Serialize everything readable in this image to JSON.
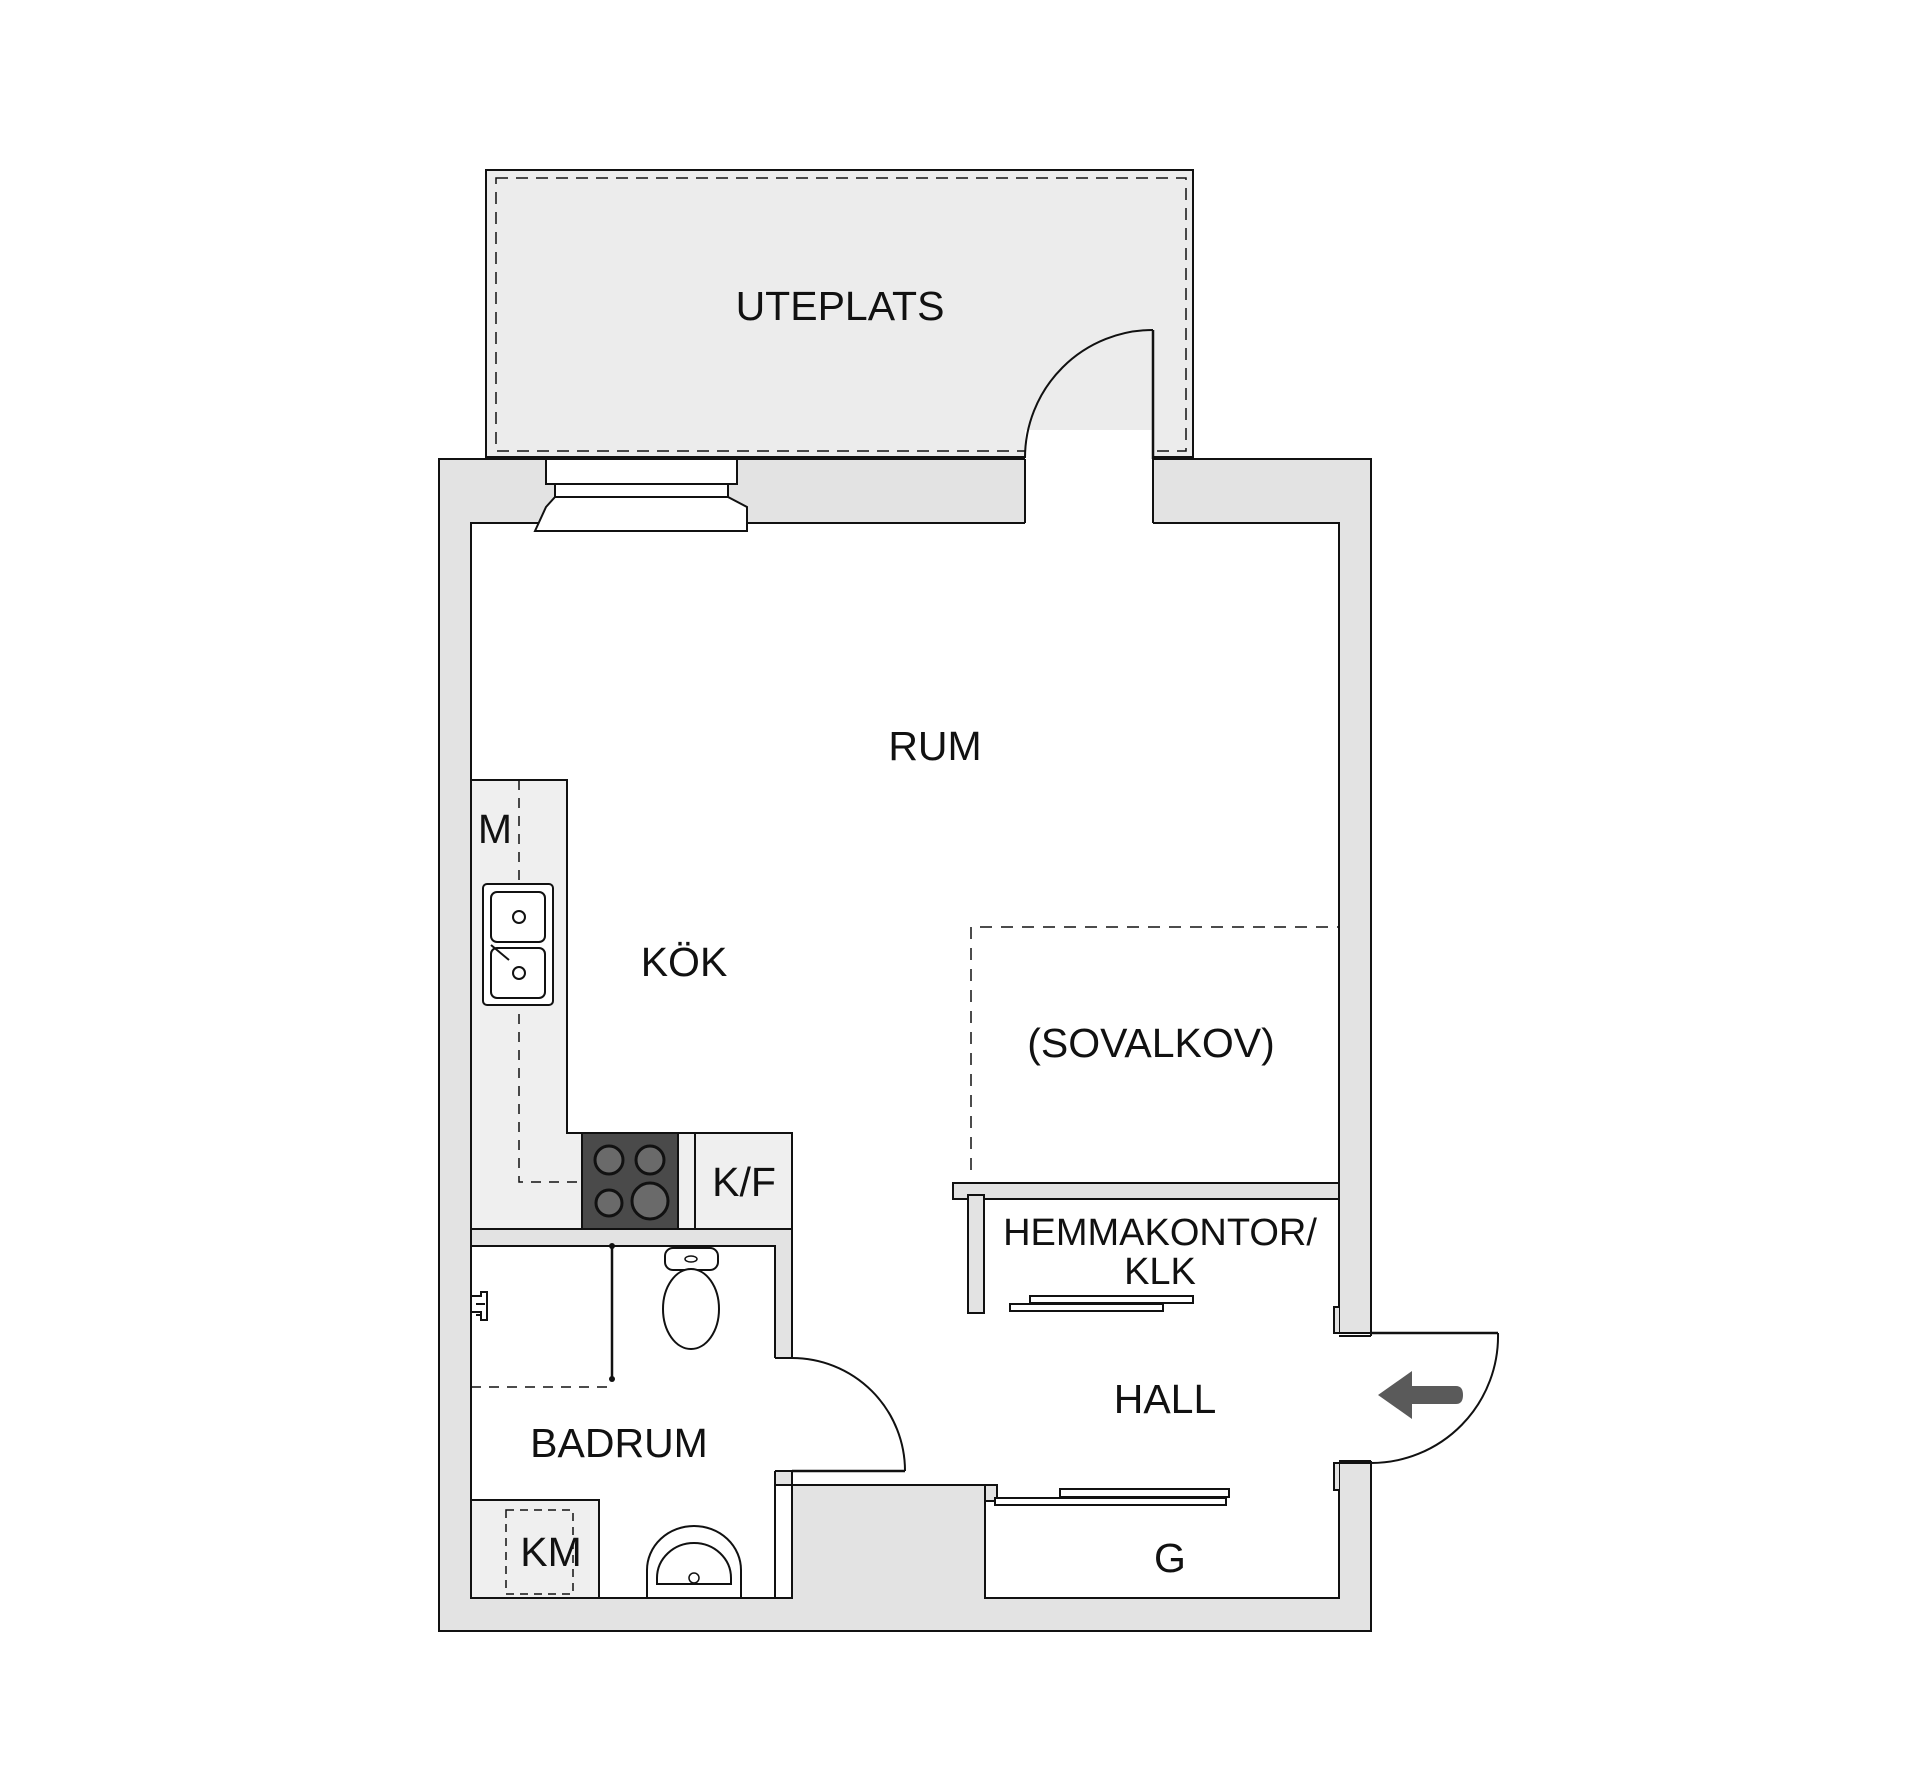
{
  "rooms": {
    "uteplats": "UTEPLATS",
    "rum": "RUM",
    "kok": "KÖK",
    "sovalkov": "(SOVALKOV)",
    "hemmakontor_line1": "HEMMAKONTOR/",
    "hemmakontor_line2": "KLK",
    "hall": "HALL",
    "badrum": "BADRUM",
    "garderob": "G"
  },
  "fixtures": {
    "microwave": "M",
    "fridge_freezer": "K/F",
    "washing_machine": "KM"
  },
  "colors": {
    "wall": "#e3e3e3",
    "counter": "#efefef",
    "terrace": "#ececec",
    "stove": "#4a4a4a",
    "arrow": "#5a5a5a",
    "line": "#111111"
  }
}
